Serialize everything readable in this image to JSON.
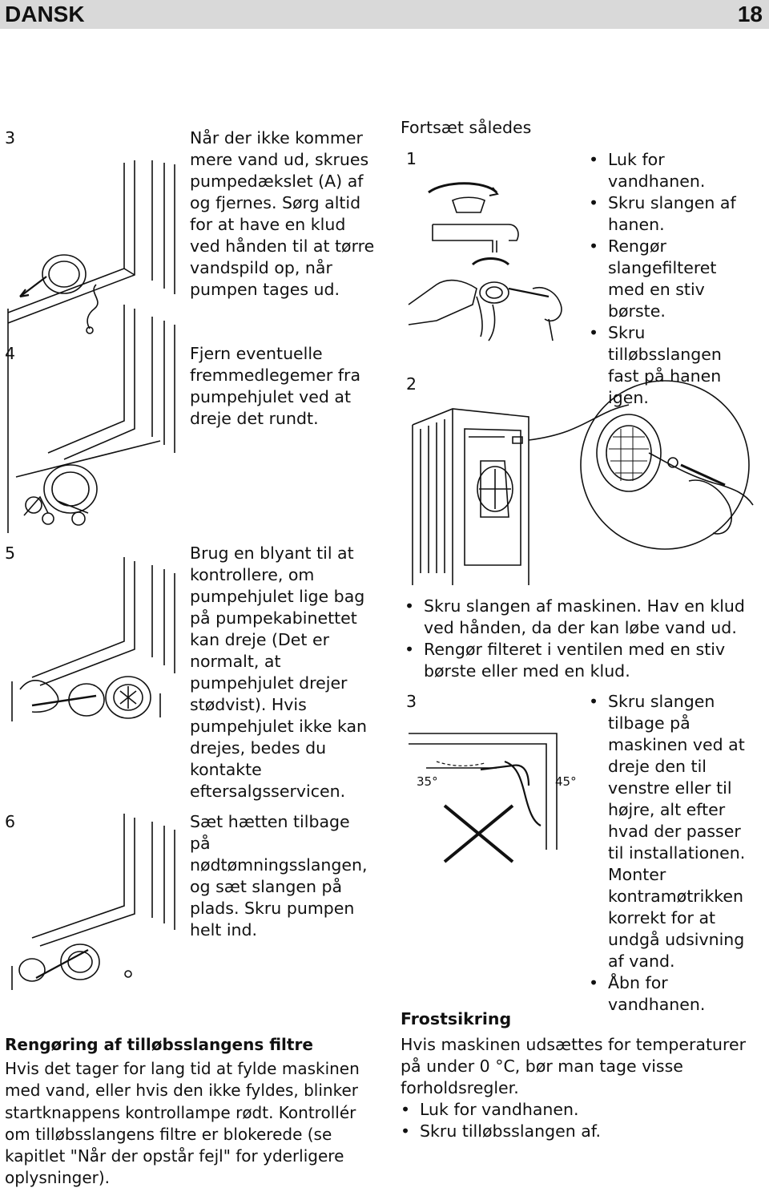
{
  "header": {
    "language": "DANSK",
    "page_number": "18"
  },
  "left": {
    "step3": {
      "num": "3",
      "text": "Når der ikke kommer mere vand ud, skrues pumpedækslet (A) af og fjernes. Sørg altid for at have en klud ved hånden til at tørre vandspild op, når pumpen tages ud."
    },
    "step4": {
      "num": "4",
      "text": "Fjern eventuelle fremmedlegemer fra pumpehjulet ved at dreje det rundt."
    },
    "step5": {
      "num": "5",
      "text": "Brug en blyant til at kontrollere, om pumpehjulet lige bag på pumpekabinettet kan dreje (Det er normalt, at pumpehjulet drejer stødvist). Hvis pumpehjulet ikke kan drejes, bedes du kontakte eftersalgsservicen."
    },
    "step6": {
      "num": "6",
      "text": "Sæt hætten tilbage på nødtømningsslangen, og sæt slangen på plads. Skru pumpen helt ind."
    },
    "section": {
      "heading": "Rengøring af tilløbsslangens filtre",
      "body": "Hvis det tager for lang tid at fylde maskinen med vand, eller hvis den ikke fyldes, blinker startknappens kontrollampe rødt. Kontrollér om tilløbsslangens filtre er blokerede (se kapitlet \"Når der opstår fejl\" for yderligere oplysninger)."
    }
  },
  "right": {
    "intro": "Fortsæt således",
    "step1": {
      "num": "1",
      "bullets": [
        "Luk for vandhanen.",
        "Skru slangen af hanen.",
        "Rengør slangefilteret med en stiv børste.",
        "Skru tilløbsslangen fast på hanen igen."
      ]
    },
    "step2": {
      "num": "2",
      "bullets": [
        "Skru slangen af maskinen. Hav en klud ved hånden, da der kan løbe vand ud.",
        "Rengør filteret i ventilen med en stiv børste eller med en klud."
      ]
    },
    "step3": {
      "num": "3",
      "angle_left": "35°",
      "angle_right": "45°",
      "bullets": [
        "Skru slangen tilbage på maskinen ved at dreje den til venstre eller til højre, alt efter hvad der passer til installationen. Monter kontramøtrikken korrekt for at undgå udsivning af vand.",
        "Åbn for vandhanen."
      ]
    },
    "frost": {
      "heading": "Frostsikring",
      "body": "Hvis maskinen udsættes for temperaturer på under 0 °C, bør man tage visse forholdsregler.",
      "bullets": [
        "Luk for vandhanen.",
        "Skru tilløbsslangen af."
      ]
    }
  }
}
